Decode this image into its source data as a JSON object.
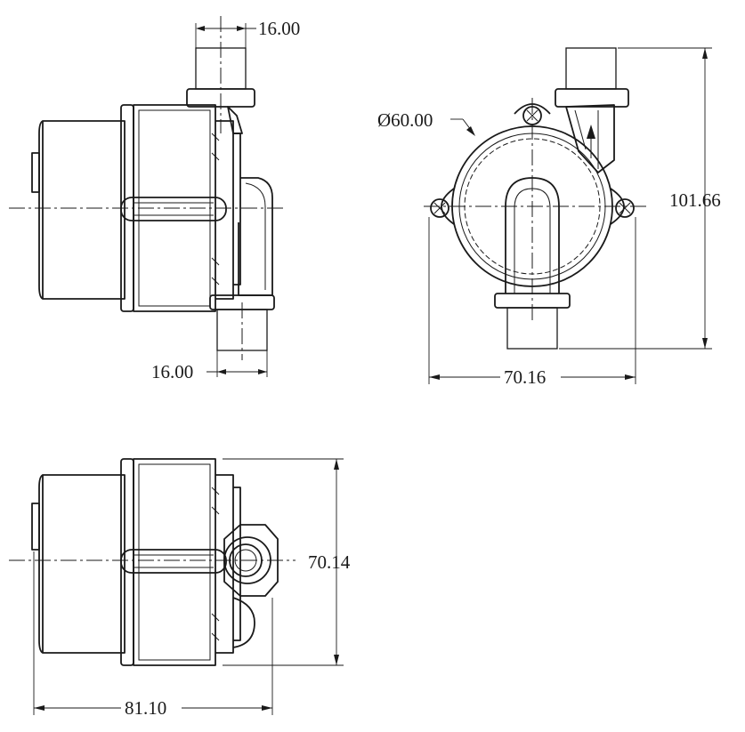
{
  "dimensions": {
    "top_port_width": "16.00",
    "bottom_port_width": "16.00",
    "housing_diameter": "Ø60.00",
    "overall_height": "101.66",
    "front_width": "70.16",
    "bottom_view_height": "70.14",
    "overall_length": "81.10"
  }
}
